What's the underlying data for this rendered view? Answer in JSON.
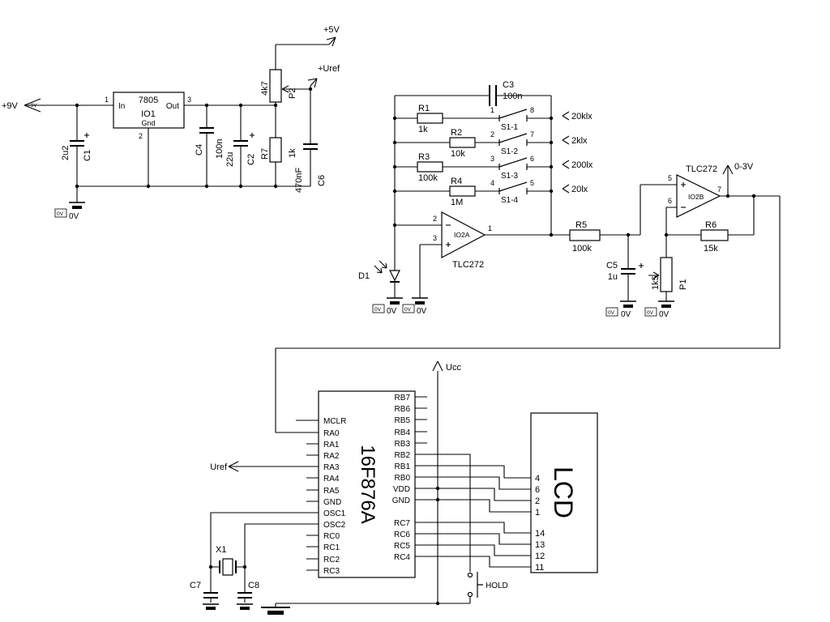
{
  "labels": {
    "zero_v": "0V"
  },
  "power": {
    "v9": "+9V",
    "v9_flag": "+9V",
    "v5": "+5V",
    "uref": "+Uref",
    "io1": {
      "part": "7805",
      "ref": "IO1",
      "pin_in": "In",
      "pin_out": "Out",
      "pin_gnd": "Gnd",
      "num_in": "1",
      "num_out": "3",
      "num_gnd": "2"
    },
    "c1": {
      "ref": "C1",
      "value": "2u2"
    },
    "c2": {
      "ref": "C2",
      "value": "22u"
    },
    "c4": {
      "ref": "C4",
      "value": "100n"
    },
    "c6": {
      "ref": "C6",
      "value": "470nF"
    },
    "p2": {
      "ref": "P2",
      "value": "4k7"
    },
    "r7": {
      "ref": "R7",
      "value": "1k"
    }
  },
  "amplifier": {
    "c3": {
      "ref": "C3",
      "value": "100n"
    },
    "r1": {
      "ref": "R1",
      "value": "1k"
    },
    "r2": {
      "ref": "R2",
      "value": "10k"
    },
    "r3": {
      "ref": "R3",
      "value": "100k"
    },
    "r4": {
      "ref": "R4",
      "value": "1M"
    },
    "r5": {
      "ref": "R5",
      "value": "100k"
    },
    "r6": {
      "ref": "R6",
      "value": "15k"
    },
    "c5": {
      "ref": "C5",
      "value": "1u"
    },
    "p1": {
      "ref": "P1",
      "value": "1k5"
    },
    "d1": {
      "ref": "D1"
    },
    "switches": [
      {
        "ref": "S1-1",
        "pin_l": "1",
        "pin_r": "8",
        "range": "20klx"
      },
      {
        "ref": "S1-2",
        "pin_l": "2",
        "pin_r": "7",
        "range": "2klx"
      },
      {
        "ref": "S1-3",
        "pin_l": "3",
        "pin_r": "6",
        "range": "200lx"
      },
      {
        "ref": "S1-4",
        "pin_l": "4",
        "pin_r": "5",
        "range": "20lx"
      }
    ],
    "opamp_a": {
      "ref": "IO2A",
      "part": "TLC272",
      "num_inv": "2",
      "num_nin": "3",
      "num_out": "1"
    },
    "opamp_b": {
      "ref": "IO2B",
      "part": "TLC272",
      "num_nin": "5",
      "num_inv": "6",
      "num_out": "7"
    },
    "output": "0-3V"
  },
  "mcu": {
    "ref": "16F876A",
    "left_pins": [
      "MCLR",
      "RA0",
      "RA1",
      "RA2",
      "RA3",
      "RA4",
      "RA5",
      "GND",
      "OSC1",
      "OSC2",
      "RC0",
      "RC1",
      "RC2",
      "RC3"
    ],
    "right_pins": [
      "RB7",
      "RB6",
      "RB5",
      "RB4",
      "RB3",
      "RB2",
      "RB1",
      "RB0",
      "VDD",
      "GND",
      "RC7",
      "RC6",
      "RC5",
      "RC4"
    ],
    "ucc": "Ucc",
    "uref": "Uref"
  },
  "lcd": {
    "title": "LCD",
    "pins": [
      "4",
      "6",
      "2",
      "1",
      "14",
      "13",
      "12",
      "11"
    ]
  },
  "xtal": {
    "ref": "X1",
    "c7": "C7",
    "c8": "C8"
  },
  "hold": "HOLD"
}
